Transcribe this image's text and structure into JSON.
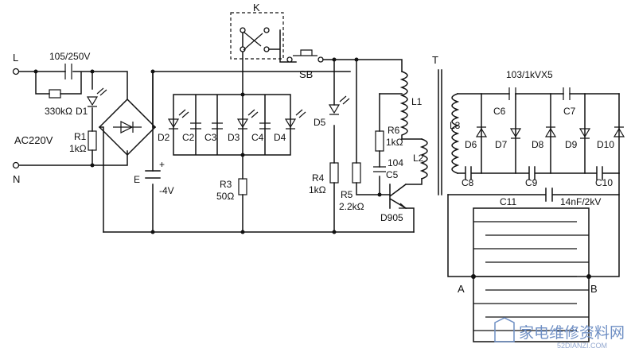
{
  "terminals": {
    "line": "L",
    "neutral": "N",
    "supply": "AC220V"
  },
  "labels": {
    "cap_in": "105/250V",
    "r_in": "330kΩ",
    "d1": "D1",
    "r1_name": "R1",
    "r1_val": "1kΩ",
    "e_name": "E",
    "e_plus": "+",
    "e_val": "-4V",
    "d2": "D2",
    "c2": "C2",
    "c3": "C3",
    "d3": "D3",
    "c4": "C4",
    "d4": "D4",
    "r3_name": "R3",
    "r3_val": "50Ω",
    "k": "K",
    "sb": "SB",
    "d5": "D5",
    "r4_name": "R4",
    "r4_val": "1kΩ",
    "r5_name": "R5",
    "r5_val": "2.2kΩ",
    "r6_name": "R6",
    "r6_val": "1kΩ",
    "c5_val": "104",
    "c5_name": "C5",
    "t": "T",
    "l1": "L1",
    "l2": "L2",
    "l3": "L3",
    "d905": "D905",
    "mult_spec": "103/1kVX5",
    "c6": "C6",
    "c7": "C7",
    "c8": "C8",
    "c9": "C9",
    "c10": "C10",
    "d6": "D6",
    "d7": "D7",
    "d8": "D8",
    "d9": "D9",
    "d10": "D10",
    "c11": "C11",
    "c11_val": "14nF/2kV",
    "a": "A",
    "b": "B"
  },
  "watermark": {
    "text": "家电维修资料网",
    "url": "52DIANZI.COM"
  }
}
